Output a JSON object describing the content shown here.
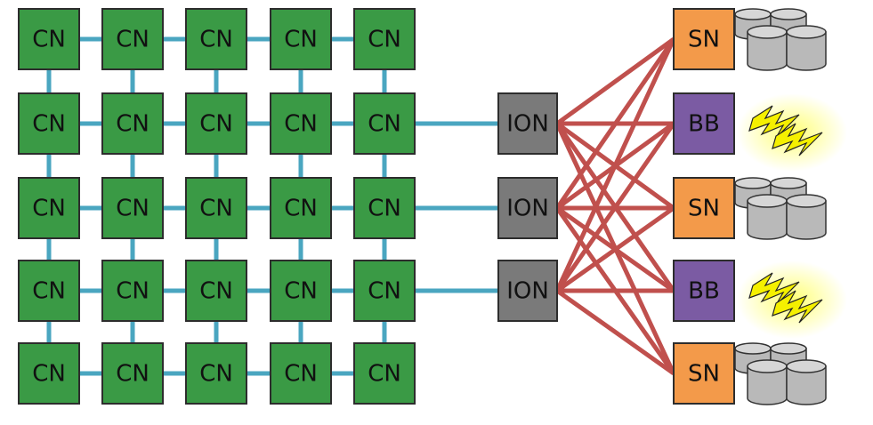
{
  "colors": {
    "compute": "#3a9a45",
    "ion": "#7a7a7a",
    "storage": "#f39a4a",
    "burst": "#7b5ba3",
    "link_grid": "#4aa6c0",
    "link_fabric": "#c0504d",
    "disk": "#b9b9b9",
    "bolt": "#f5f000"
  },
  "compute_grid": {
    "rows": [
      [
        "CN",
        "CN",
        "CN",
        "CN",
        "CN"
      ],
      [
        "CN",
        "CN",
        "CN",
        "CN",
        "CN"
      ],
      [
        "CN",
        "CN",
        "CN",
        "CN",
        "CN"
      ],
      [
        "CN",
        "CN",
        "CN",
        "CN",
        "CN"
      ],
      [
        "CN",
        "CN",
        "CN",
        "CN",
        "CN"
      ]
    ]
  },
  "io_nodes": [
    "ION",
    "ION",
    "ION"
  ],
  "storage_column": [
    {
      "label": "SN",
      "kind": "storage",
      "icon": "disk-stack-icon"
    },
    {
      "label": "BB",
      "kind": "burst",
      "icon": "lightning-icon"
    },
    {
      "label": "SN",
      "kind": "storage",
      "icon": "disk-stack-icon"
    },
    {
      "label": "BB",
      "kind": "burst",
      "icon": "lightning-icon"
    },
    {
      "label": "SN",
      "kind": "storage",
      "icon": "disk-stack-icon"
    }
  ]
}
